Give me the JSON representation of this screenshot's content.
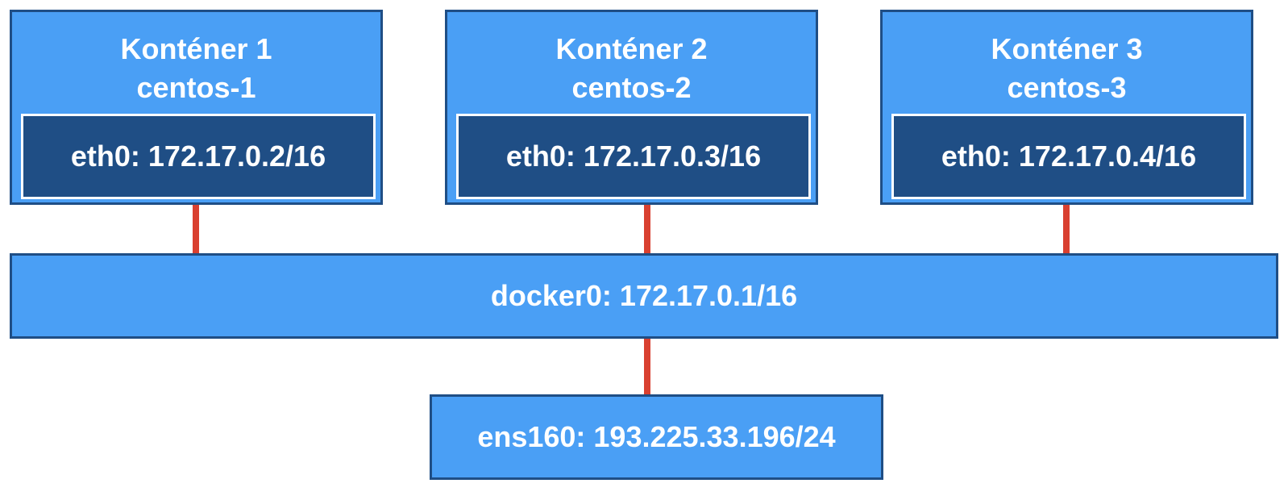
{
  "colors": {
    "box_fill": "#4a9ff5",
    "box_border": "#1f4e85",
    "iface_fill": "#1f4e85",
    "link": "#d94030"
  },
  "containers": [
    {
      "title": "Konténer 1",
      "name": "centos-1",
      "iface": "eth0: 172.17.0.2/16"
    },
    {
      "title": "Konténer 2",
      "name": "centos-2",
      "iface": "eth0: 172.17.0.3/16"
    },
    {
      "title": "Konténer 3",
      "name": "centos-3",
      "iface": "eth0: 172.17.0.4/16"
    }
  ],
  "bridge": {
    "label": "docker0: 172.17.0.1/16"
  },
  "host": {
    "label": "ens160: 193.225.33.196/24"
  }
}
